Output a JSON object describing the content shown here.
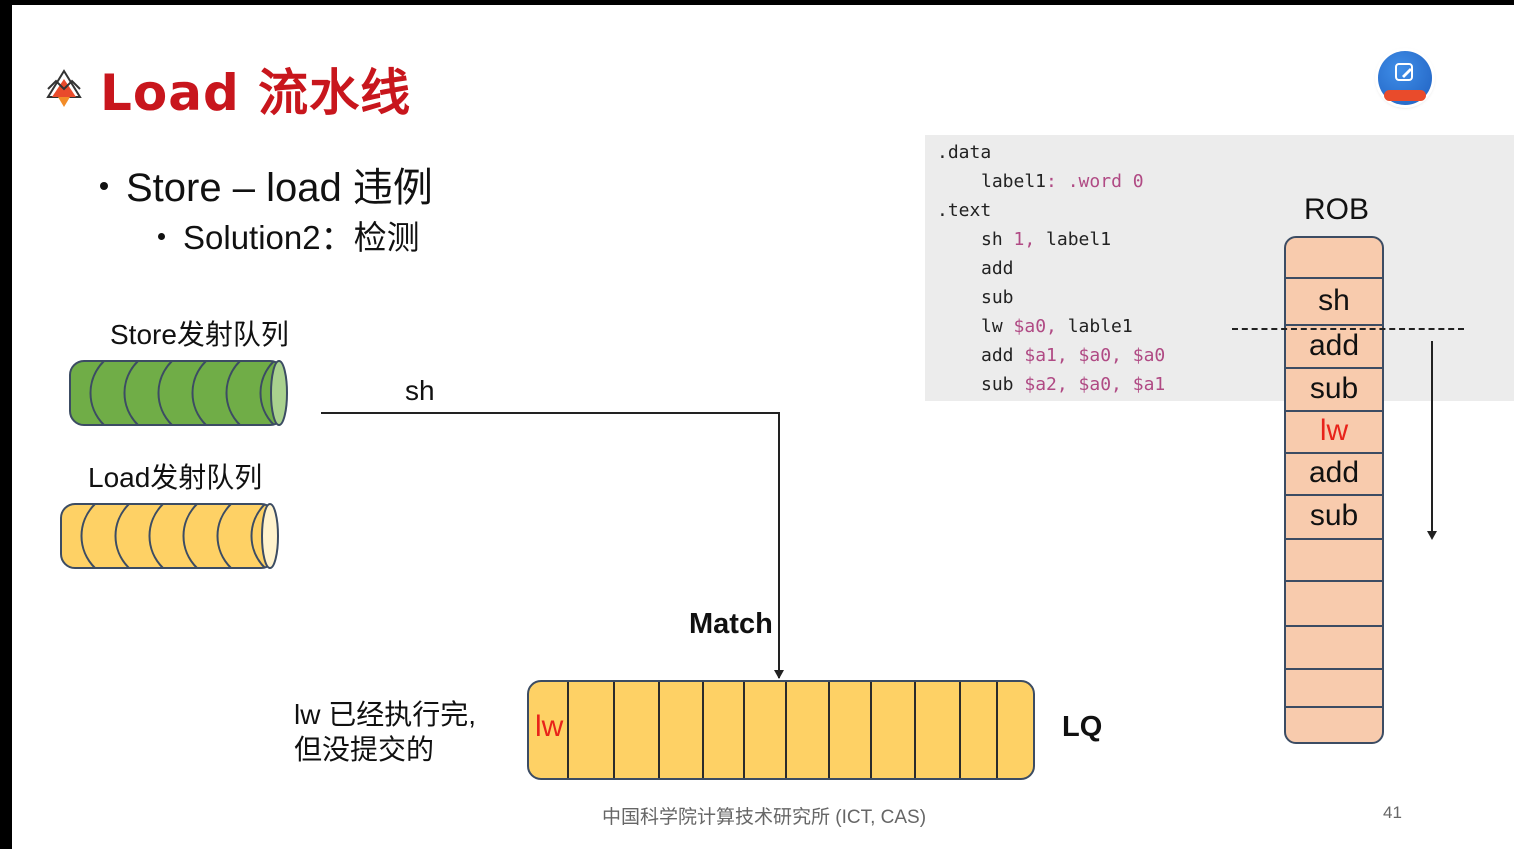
{
  "slide": {
    "title": "Load 流水线",
    "bullets": [
      "Store – load 违例",
      "Solution2：检测"
    ],
    "store_queue_label": "Store发射队列",
    "load_queue_label": "Load发射队列",
    "wire_label": "sh",
    "match_label": "Match",
    "lq_label": "LQ",
    "lq_first_entry": "lw",
    "lw_note_line1": "lw 已经执行完,",
    "lw_note_line2": "但没提交的",
    "footer": "中国科学院计算技术研究所 (ICT, CAS)",
    "page_number": "41"
  },
  "code": {
    "lines": [
      {
        "indent": 0,
        "parts": [
          {
            "t": ".data",
            "c": "plain"
          }
        ]
      },
      {
        "indent": 1,
        "parts": [
          {
            "t": "label1",
            "c": "plain"
          },
          {
            "t": ": ",
            "c": "kw"
          },
          {
            "t": ".word 0",
            "c": "kw"
          }
        ]
      },
      {
        "indent": 0,
        "parts": [
          {
            "t": ".text",
            "c": "plain"
          }
        ]
      },
      {
        "indent": 1,
        "parts": [
          {
            "t": "sh ",
            "c": "plain"
          },
          {
            "t": "1, ",
            "c": "kw"
          },
          {
            "t": "label1",
            "c": "plain"
          }
        ]
      },
      {
        "indent": 1,
        "parts": [
          {
            "t": "add",
            "c": "plain"
          }
        ]
      },
      {
        "indent": 1,
        "parts": [
          {
            "t": "sub",
            "c": "plain"
          }
        ]
      },
      {
        "indent": 1,
        "parts": [
          {
            "t": "lw ",
            "c": "plain"
          },
          {
            "t": "$a0, ",
            "c": "kw"
          },
          {
            "t": "lable1",
            "c": "plain"
          }
        ]
      },
      {
        "indent": 1,
        "parts": [
          {
            "t": "add ",
            "c": "plain"
          },
          {
            "t": "$a1, $a0, $a0",
            "c": "kw"
          }
        ]
      },
      {
        "indent": 1,
        "parts": [
          {
            "t": "sub ",
            "c": "plain"
          },
          {
            "t": "$a2, $a0, $a1",
            "c": "kw"
          }
        ]
      }
    ]
  },
  "rob": {
    "title": "ROB",
    "entries": [
      "",
      "sh",
      "add",
      "sub",
      "lw",
      "add",
      "sub",
      "",
      "",
      "",
      "",
      ""
    ],
    "highlight_entry": "lw"
  },
  "colors": {
    "title": "#c8161d",
    "store_queue": "#70ad47",
    "load_queue": "#fed165",
    "lq": "#fed165",
    "rob": "#f8cbad",
    "highlight": "#e8231a",
    "code_keyword": "#b04a84"
  },
  "icons": {
    "logo": "ict-mountain-logo-icon",
    "badge": "classroom-app-icon"
  },
  "queues": {
    "store_segments": 6,
    "load_segments": 6,
    "lq_slots": 12
  }
}
